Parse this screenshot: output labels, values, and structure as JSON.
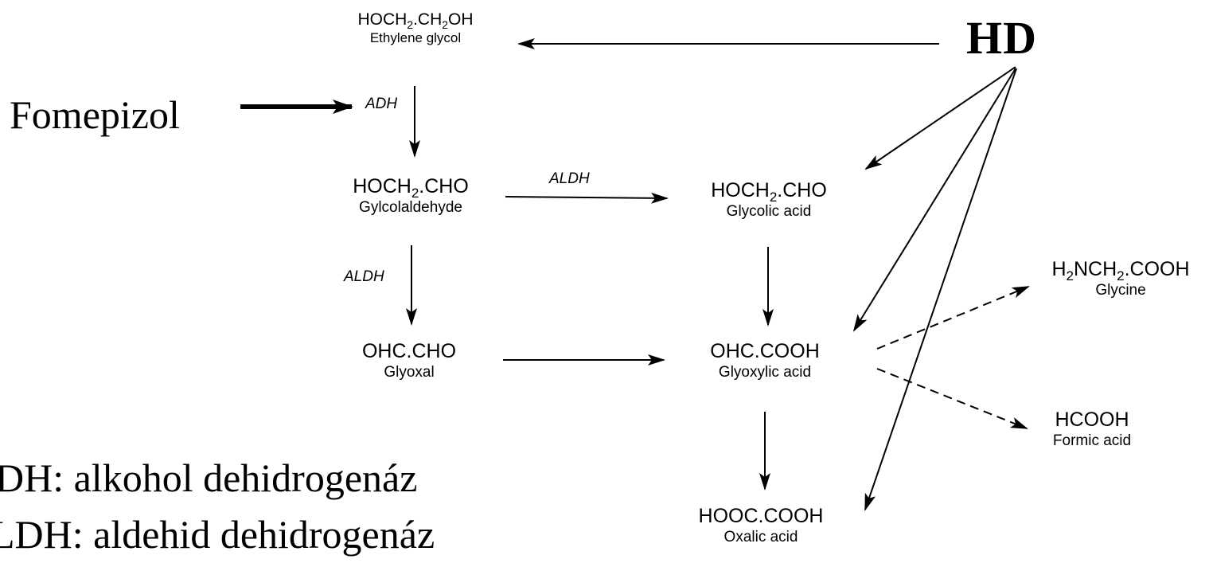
{
  "compounds": {
    "ethylene_glycol": {
      "pre": "HOCH",
      "s1": "2",
      "mid": ".CH",
      "s2": "2",
      "post": "OH",
      "name": "Ethylene glycol"
    },
    "glycolaldehyde": {
      "pre": "HOCH",
      "s1": "2",
      "post": ".CHO",
      "name": "Gylcolaldehyde"
    },
    "glycolic_acid": {
      "pre": "HOCH",
      "s1": "2",
      "post": ".CHO",
      "name": "Glycolic acid"
    },
    "glyoxal": {
      "formula": "OHC.CHO",
      "name": "Glyoxal"
    },
    "glyoxylic_acid": {
      "formula": "OHC.COOH",
      "name": "Glyoxylic acid"
    },
    "oxalic_acid": {
      "formula": "HOOC.COOH",
      "name": "Oxalic acid"
    },
    "glycine": {
      "pre": "H",
      "s1": "2",
      "mid": "NCH",
      "s2": "2",
      "post": ".COOH",
      "name": "Glycine"
    },
    "formic_acid": {
      "formula": "HCOOH",
      "name": "Formic acid"
    }
  },
  "enzymes": {
    "adh": "ADH",
    "aldh_right": "ALDH",
    "aldh_down": "ALDH"
  },
  "hd_label": "HD",
  "inhibitor_label": "Fomepizol",
  "legend": {
    "line1": "DH: alkohol dehidrogenáz",
    "line2": "LDH: aldehid dehidrogenáz"
  }
}
